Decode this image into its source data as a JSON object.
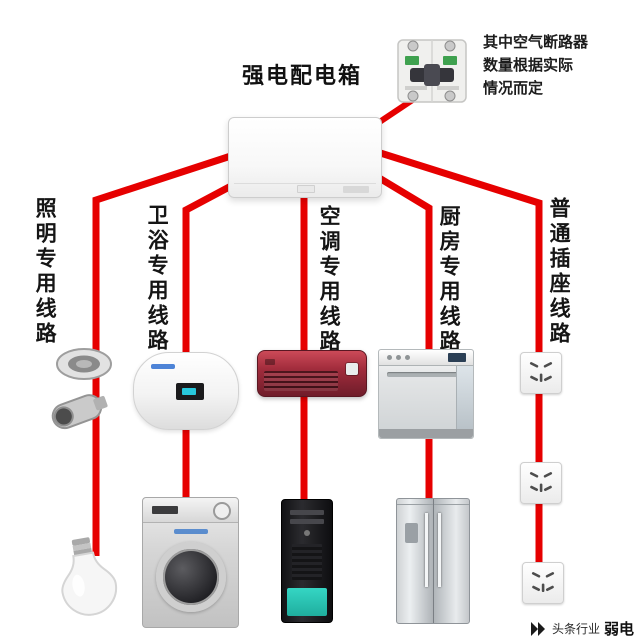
{
  "diagram": {
    "title": "强电配电箱",
    "breaker_note": [
      "其中空气断路器",
      "数量根据实际",
      "情况而定"
    ],
    "circuits": [
      {
        "id": "lighting",
        "label": "照明专用线路"
      },
      {
        "id": "bathroom",
        "label": "卫浴专用线路"
      },
      {
        "id": "aircon",
        "label": "空调专用线路"
      },
      {
        "id": "kitchen",
        "label": "厨房专用线路"
      },
      {
        "id": "socket",
        "label": "普通插座线路"
      }
    ],
    "appliances": {
      "lighting": [
        "spotlight",
        "light-bulb"
      ],
      "bathroom": [
        "water-heater",
        "washing-machine"
      ],
      "aircon": [
        "air-conditioner",
        "computer-tower"
      ],
      "kitchen": [
        "dishwasher",
        "refrigerator"
      ],
      "socket": [
        "wall-socket",
        "wall-socket",
        "wall-socket"
      ]
    },
    "colors": {
      "wire": "#e60000",
      "teal_accent": "#2fc9b8",
      "ac_red": "#a12c3c"
    },
    "watermark": {
      "source": "头条行业",
      "name": "弱电"
    }
  }
}
